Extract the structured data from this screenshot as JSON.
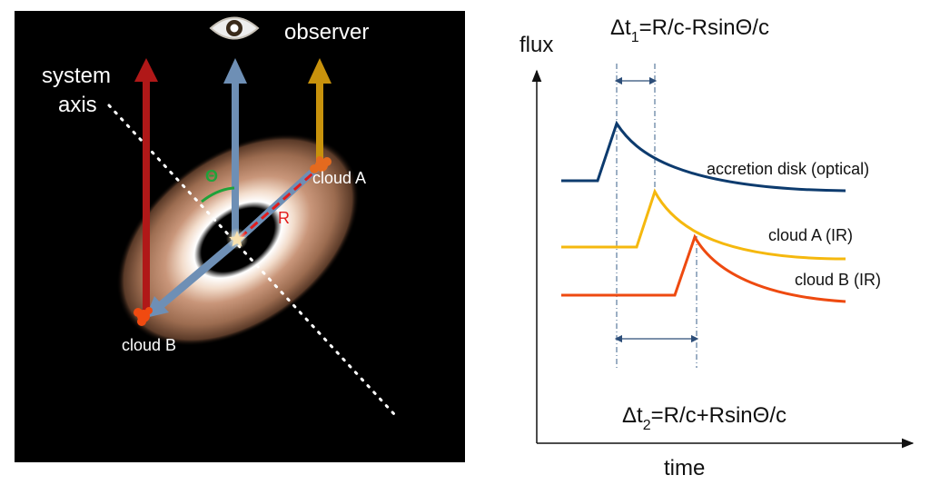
{
  "left_panel": {
    "labels": {
      "system_axis_line1": "system",
      "system_axis_line2": "axis",
      "observer": "observer",
      "theta": "Θ",
      "radius": "R",
      "cloud_a": "cloud A",
      "cloud_b": "cloud B"
    },
    "colors": {
      "background": "#000000",
      "red_arrow": "#b01818",
      "blue_arrow": "#6e8fb5",
      "gold_arrow": "#c8920c",
      "cloud_a": "#e46a1e",
      "cloud_b": "#f04a10",
      "theta_arc": "#1fa23a",
      "radius_line": "#e21c1c"
    },
    "icons": [
      "eye-icon",
      "star-icon",
      "cloud-a-blob-icon",
      "cloud-b-blob-icon"
    ]
  },
  "right_panel": {
    "labels": {
      "y_axis": "flux",
      "x_axis": "time",
      "delta_t1_prefix": "Δt",
      "delta_t1_sub": "1",
      "delta_t1_eq": "=R/c-RsinΘ/c",
      "delta_t2_prefix": "Δt",
      "delta_t2_sub": "2",
      "delta_t2_eq": "=R/c+RsinΘ/c"
    },
    "curves": [
      {
        "name": "accretion disk (optical)",
        "color": "#0d3b6e"
      },
      {
        "name": "cloud A (IR)",
        "color": "#f5b80e"
      },
      {
        "name": "cloud B (IR)",
        "color": "#ee4a10"
      }
    ],
    "colors": {
      "axis": "#111111",
      "guide_line": "#3a5f8a",
      "interval_arrow": "#2c4d78"
    }
  }
}
